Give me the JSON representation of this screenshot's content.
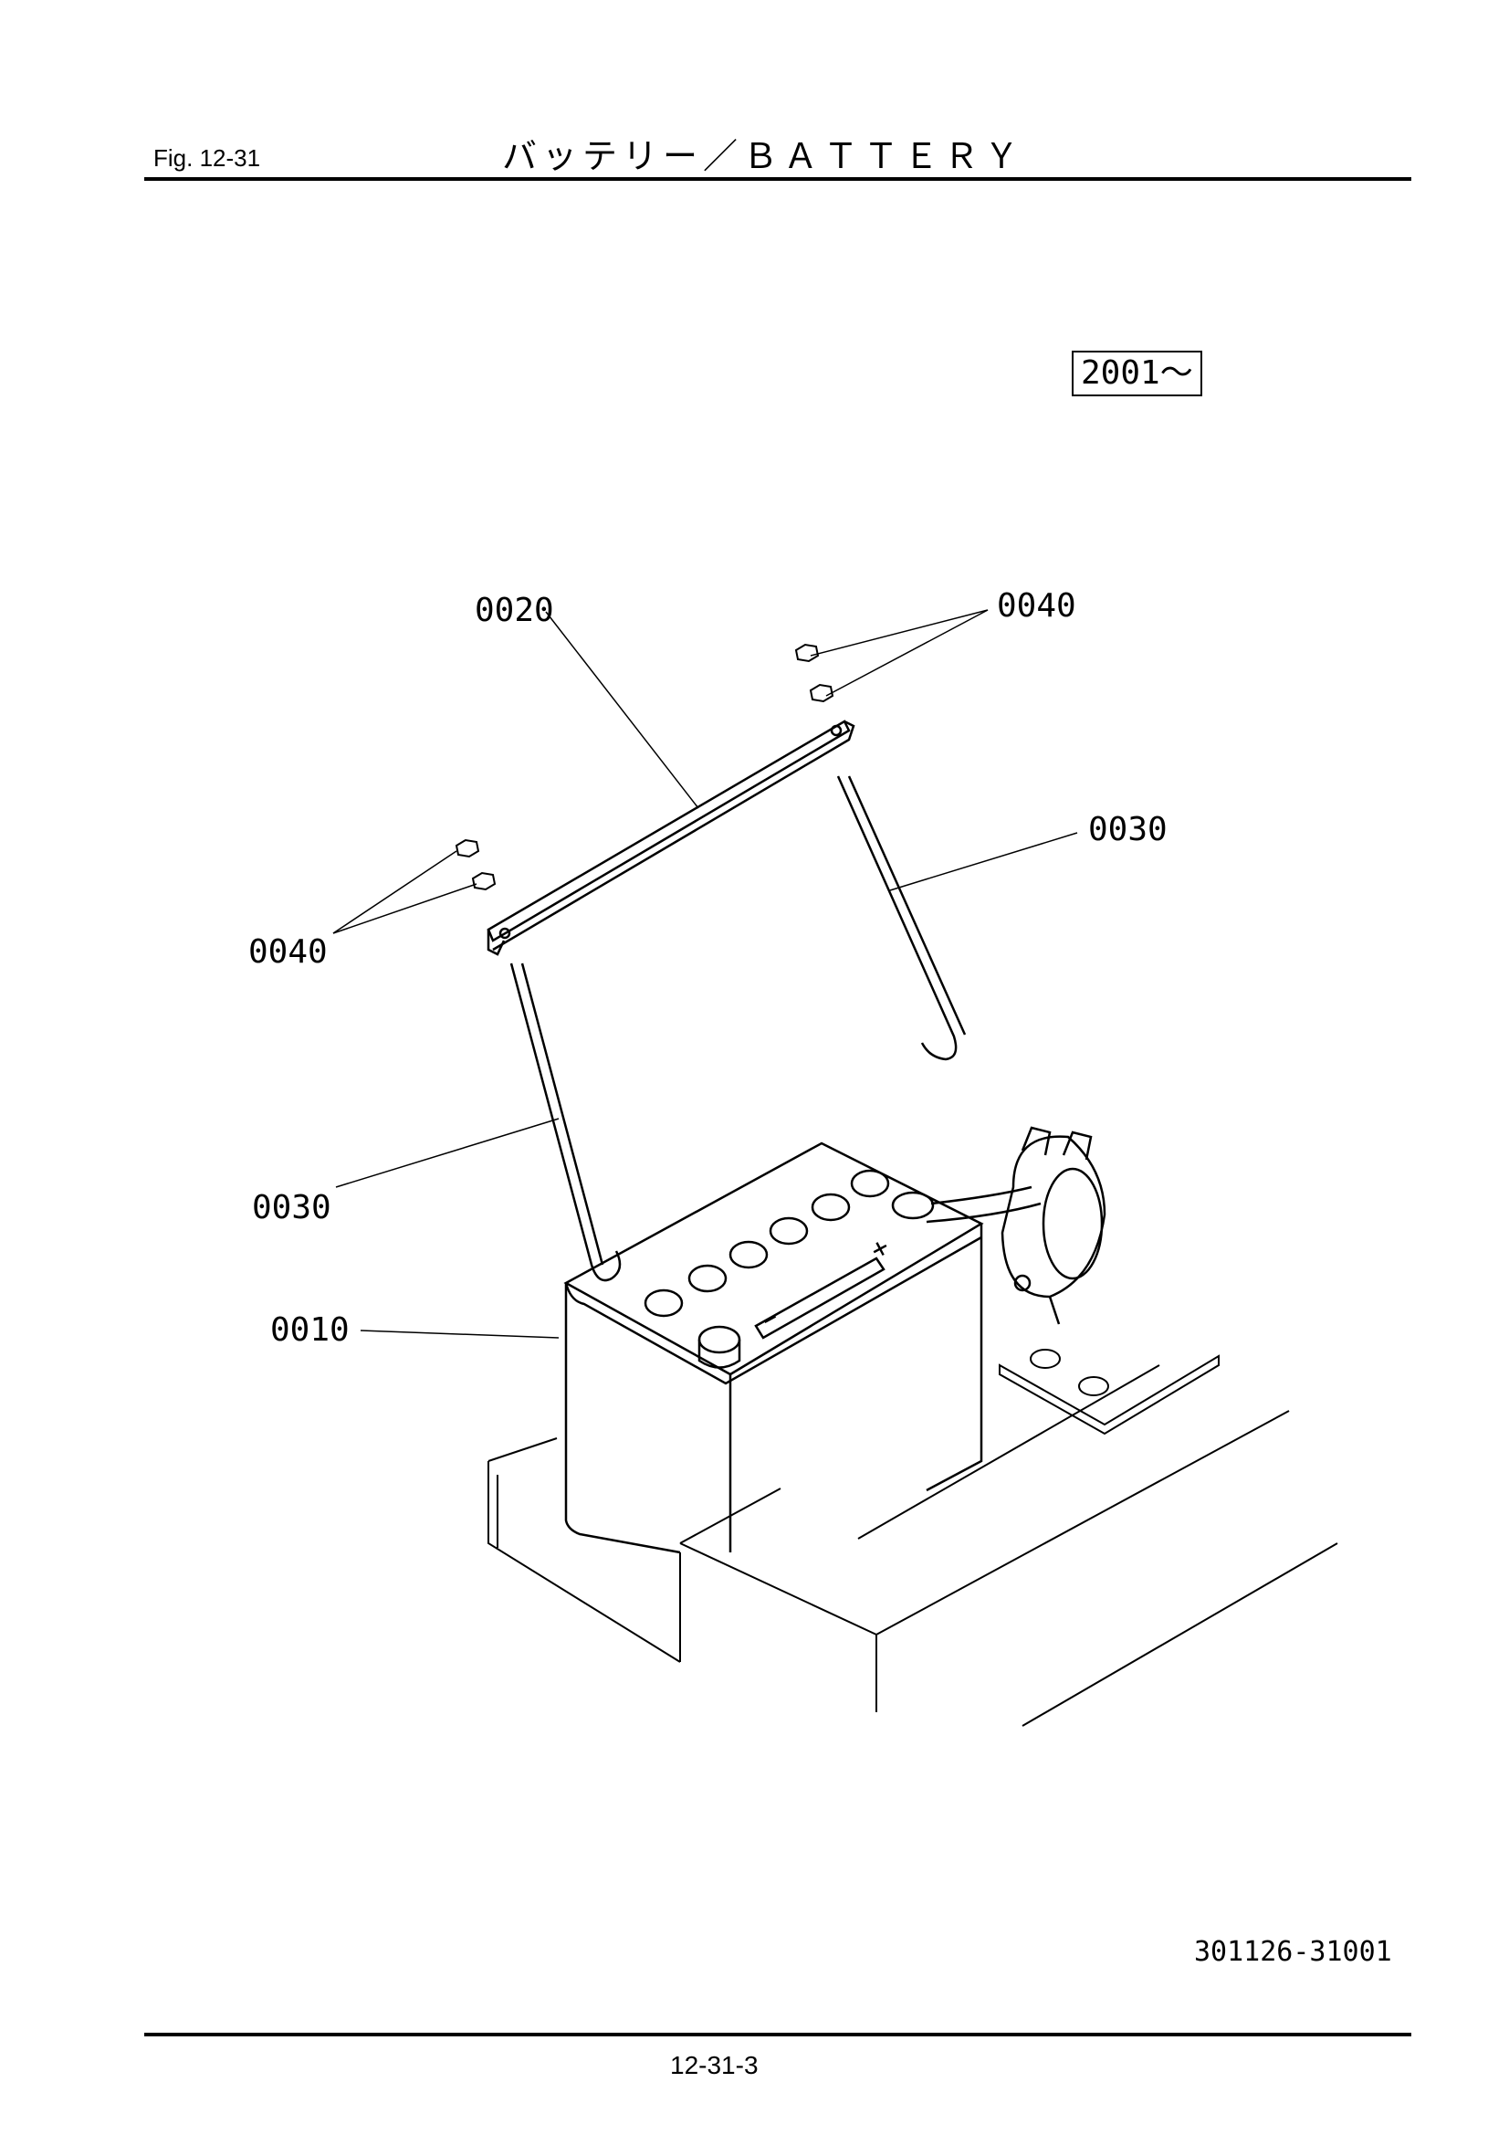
{
  "header": {
    "fig_label": "Fig.  12-31",
    "title": "バッテリー／ＢＡＴＴＥＲＹ"
  },
  "model_range": "2001～",
  "callouts": {
    "battery": "0010",
    "bracket": "0020",
    "rod_right": "0030",
    "rod_left": "0030",
    "nut_top": "0040",
    "nut_left": "0040"
  },
  "battery_marks": {
    "plus": "+",
    "minus": "−"
  },
  "footer": {
    "drawing_id": "301126-31001",
    "page_number": "12-31-3"
  }
}
